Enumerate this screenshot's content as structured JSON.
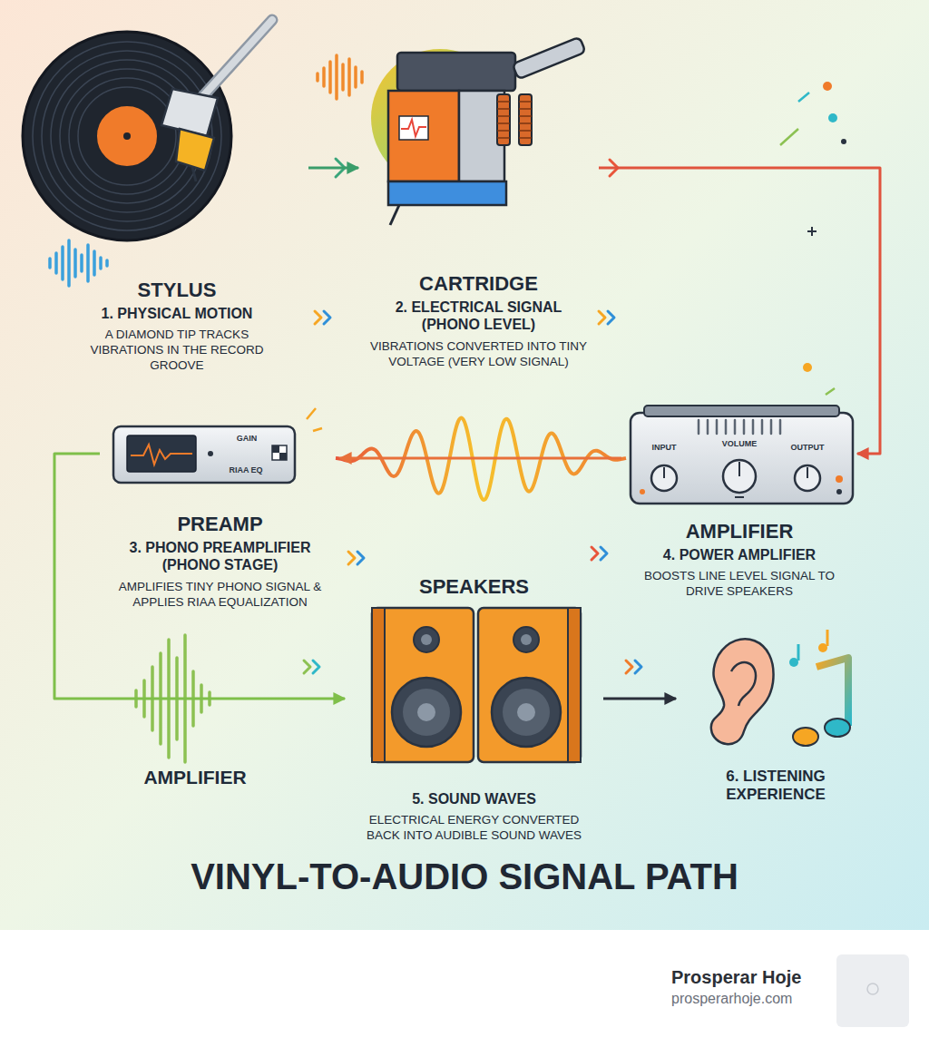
{
  "diagram": {
    "title": "VINYL-TO-AUDIO SIGNAL PATH",
    "nodes": [
      {
        "text": [
          "STYLUS",
          "1. PHYSICAL MOTION",
          "A DIAMOND TIP TRACKS VIBRATIONS IN THE RECORD GROOVE"
        ]
      },
      {
        "text": [
          "CARTRIDGE",
          "2. ELECTRICAL SIGNAL (PHONO LEVEL)",
          "VIBRATIONS CONVERTED INTO TINY VOLTAGE (VERY LOW SIGNAL)"
        ]
      },
      {
        "text": [
          "AMPLIFIER",
          "4. POWER AMPLIFIER",
          "BOOSTS LINE LEVEL SIGNAL TO DRIVE SPEAKERS"
        ]
      },
      {
        "text": [
          "PREAMP",
          "3. PHONO PREAMPLIFIER (PHONO STAGE)",
          "AMPLIFIES TINY PHONO SIGNAL & APPLIES RIAA EQUALIZATION"
        ]
      },
      {
        "text": [
          "SPEAKERS",
          "5. SOUND WAVES",
          "ELECTRICAL ENERGY CONVERTED BACK INTO AUDIBLE SOUND WAVES"
        ]
      },
      {
        "text": [
          "6. LISTENING EXPERIENCE"
        ]
      }
    ],
    "edges": [
      {
        "from": 0,
        "to": 1,
        "arrow": "to"
      },
      {
        "from": 1,
        "to": 2,
        "arrow": "to"
      },
      {
        "from": 2,
        "to": 3,
        "arrow": "to"
      },
      {
        "from": 3,
        "to": 4,
        "arrow": "to"
      },
      {
        "from": 4,
        "to": 5,
        "arrow": "to"
      }
    ],
    "labels": [
      "AMPLIFIER",
      "INPUT",
      "VOLUME",
      "OUTPUT",
      "GAIN",
      "RIAA EQ",
      "Prosperar Hoje",
      "prosperarhoje.com"
    ]
  }
}
